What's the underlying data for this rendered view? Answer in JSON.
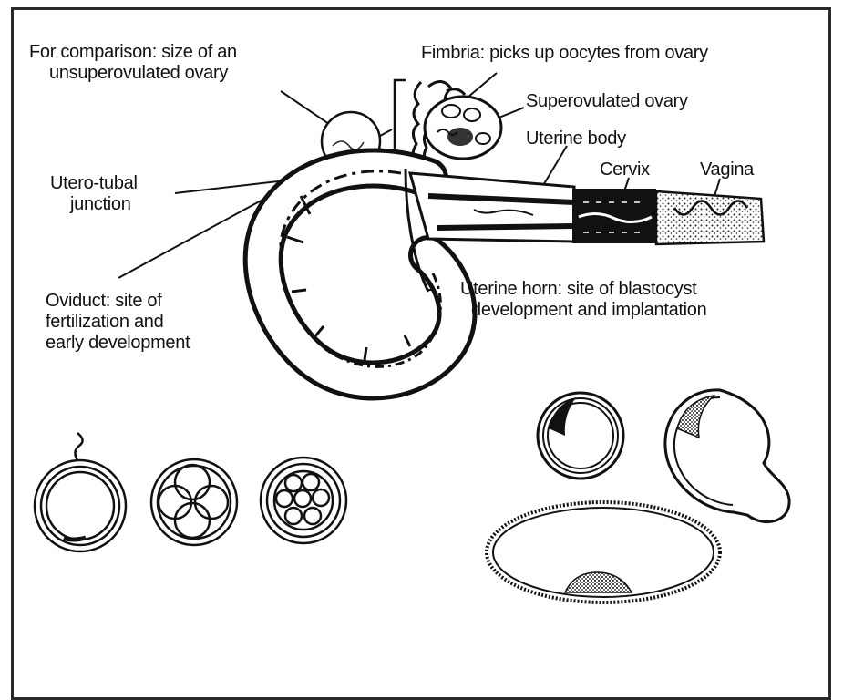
{
  "labels": {
    "comparison": {
      "line1": "For comparison: size of an",
      "line2": "unsuperovulated ovary"
    },
    "fimbria": "Fimbria: picks up oocytes from ovary",
    "superovulated": "Superovulated ovary",
    "uterine_body": "Uterine body",
    "cervix": "Cervix",
    "vagina": "Vagina",
    "utero_tubal": {
      "line1": "Utero-tubal",
      "line2": "junction"
    },
    "oviduct": {
      "line1": "Oviduct: site of",
      "line2": "fertilization and",
      "line3": "early development"
    },
    "uterine_horn": {
      "line1": "Uterine horn: site of blastocyst",
      "line2": "development and implantation"
    }
  }
}
